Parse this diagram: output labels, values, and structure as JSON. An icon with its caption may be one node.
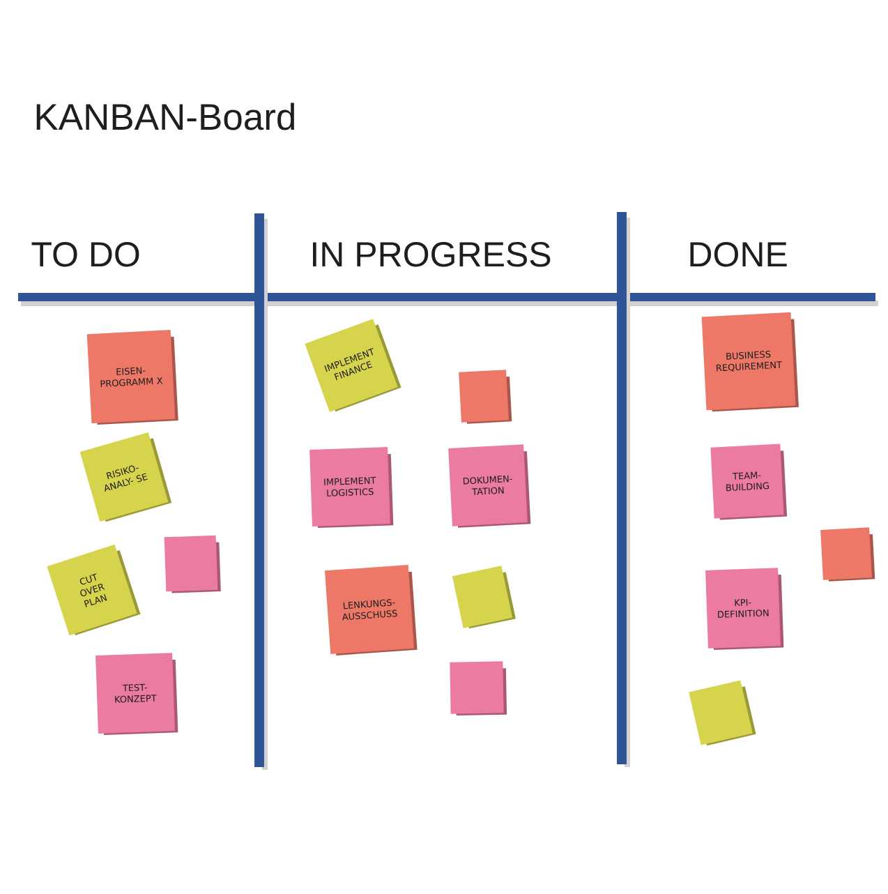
{
  "diagram": {
    "title": "KANBAN-Board",
    "nodes": [
      {
        "text": [
          "EISEN- PROGRAMM X"
        ]
      },
      {
        "text": [
          "RISIKO- ANALY- SE"
        ]
      },
      {
        "text": [
          "CUT OVER PLAN"
        ]
      },
      {
        "text": [],
        "shape": "box"
      },
      {
        "text": [
          "TEST- KONZEPT"
        ]
      },
      {
        "text": [
          "IMPLEMENT FINANCE"
        ]
      },
      {
        "text": [],
        "shape": "box"
      },
      {
        "text": [
          "IMPLEMENT LOGISTICS"
        ]
      },
      {
        "text": [
          "DOKUMEN- TATION"
        ]
      },
      {
        "text": [
          "LENKUNGS- AUSSCHUSS"
        ]
      },
      {
        "text": [],
        "shape": "box"
      },
      {
        "text": [],
        "shape": "box"
      },
      {
        "text": [
          "BUSINESS REQUIREMENT"
        ]
      },
      {
        "text": [
          "TEAM- BUILDING"
        ]
      },
      {
        "text": [],
        "shape": "box"
      },
      {
        "text": [
          "KPI- DEFINITION"
        ]
      },
      {
        "text": [],
        "shape": "box"
      }
    ],
    "labels": [
      "TO DO",
      "IN PROGRESS",
      "DONE"
    ]
  }
}
